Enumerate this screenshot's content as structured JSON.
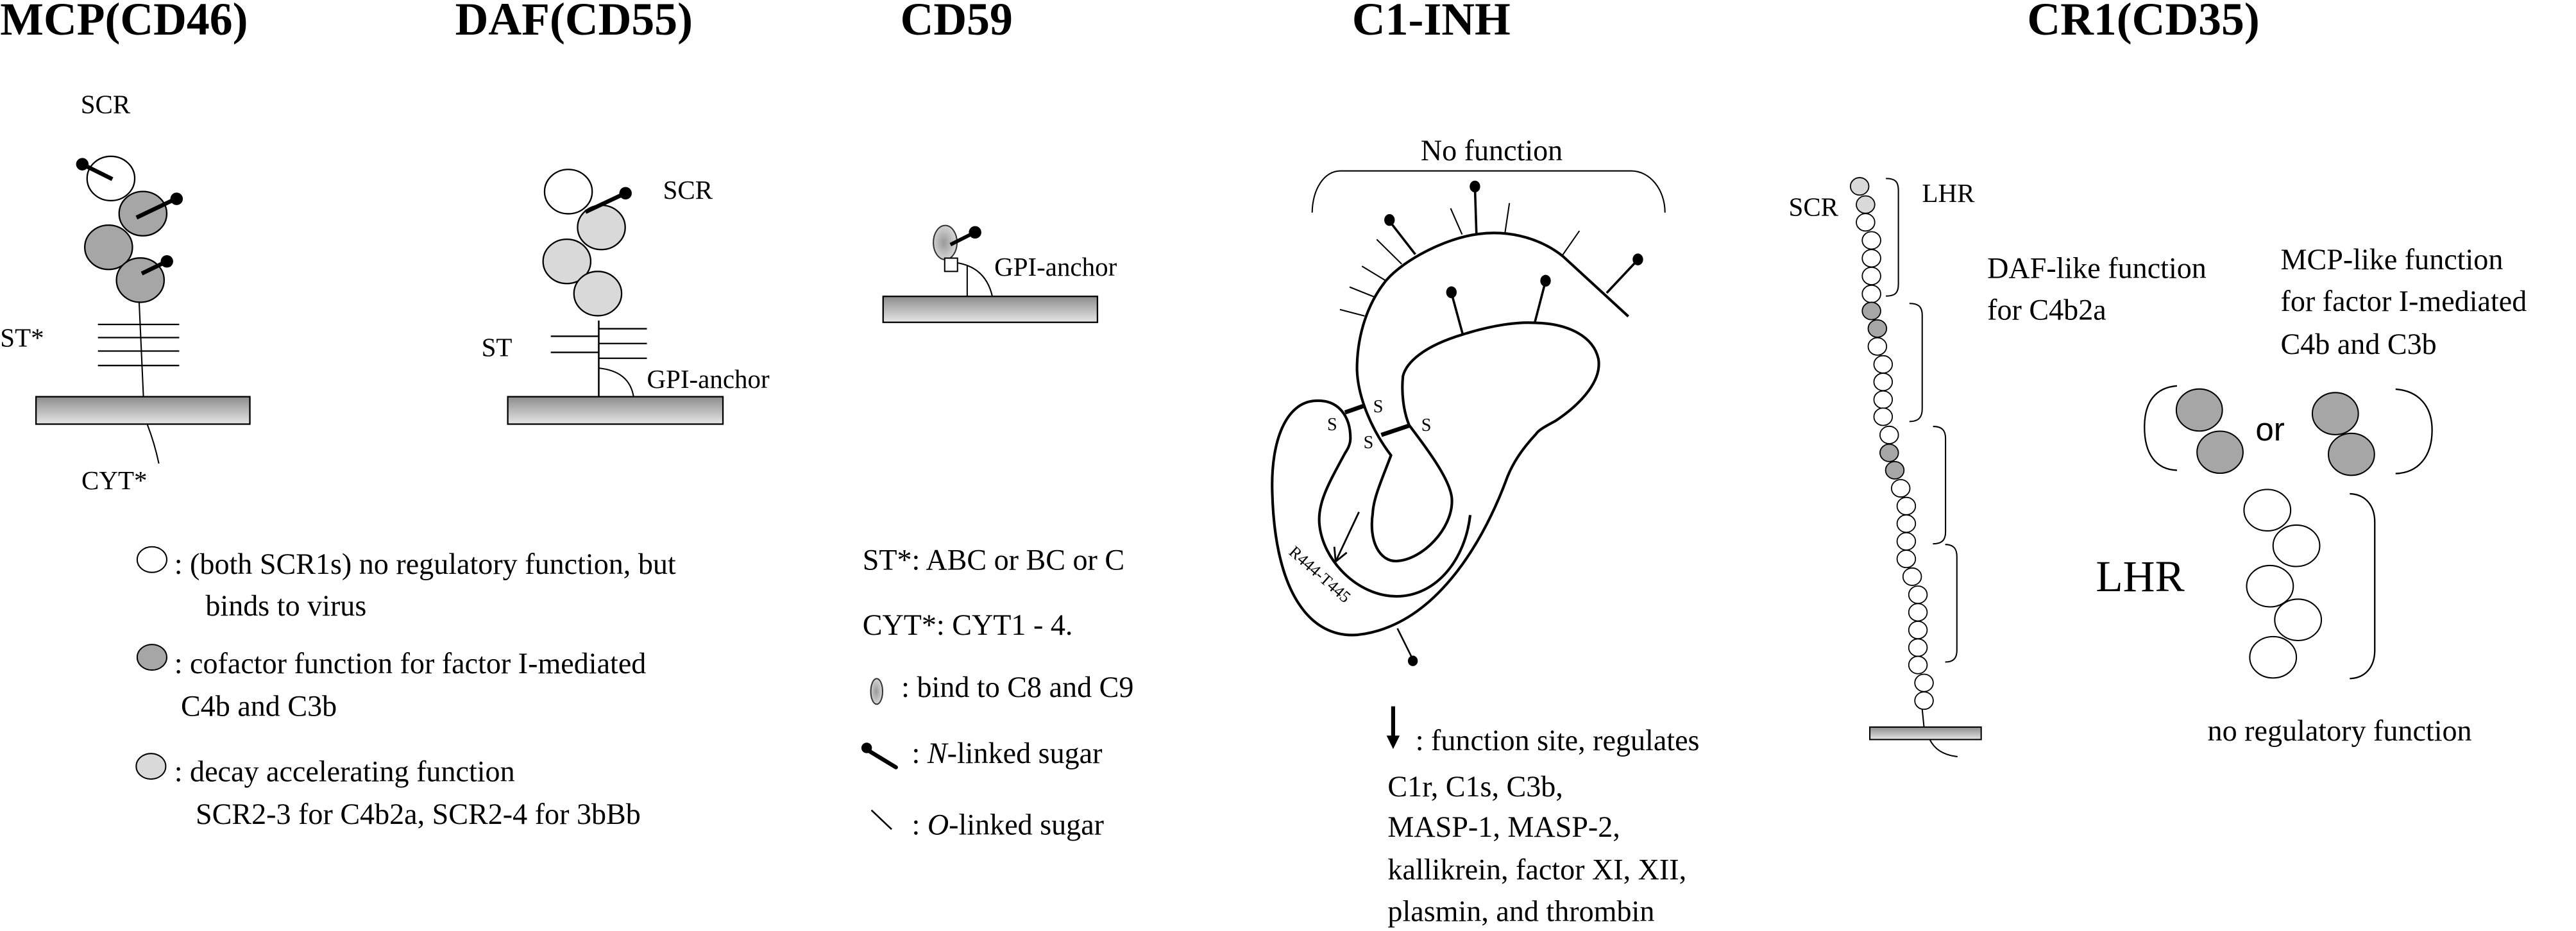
{
  "titles": {
    "mcp": "MCP(CD46)",
    "daf": "DAF(CD55)",
    "cd59": "CD59",
    "c1inh": "C1-INH",
    "cr1": "CR1(CD35)"
  },
  "mcp": {
    "scr": "SCR",
    "st": "ST*",
    "cyt": "CYT*"
  },
  "daf": {
    "scr": "SCR",
    "st": "ST",
    "gpi": "GPI-anchor"
  },
  "cd59": {
    "gpi": "GPI-anchor"
  },
  "legend_scr": [
    {
      "line1": ": (both SCR1s) no regulatory function, but",
      "line2": "binds to virus"
    },
    {
      "line1": ": cofactor function for factor I-mediated",
      "line2": "C4b and C3b"
    },
    {
      "line1": ": decay accelerating function",
      "line2": "SCR2-3 for C4b2a, SCR2-4 for 3bBb"
    }
  ],
  "legend_mid": {
    "st": "ST*: ABC or BC or  C",
    "cyt": "CYT*: CYT1 - 4.",
    "c8c9": ": bind to C8 and C9",
    "n_sugar": {
      "prefix": ": ",
      "italic": "N",
      "suffix": "-linked sugar"
    },
    "o_sugar": {
      "prefix": ": ",
      "italic": "O",
      "suffix": "-linked sugar"
    }
  },
  "c1inh": {
    "no_function": "No function",
    "s_labels": [
      "S",
      "S",
      "S",
      "S"
    ],
    "site": "R444-T445",
    "legend": [
      ": function site, regulates",
      "C1r, C1s, C3b,",
      "MASP-1, MASP-2,",
      "kallikrein, factor XI, XII,",
      "plasmin, and thrombin"
    ]
  },
  "cr1": {
    "scr": "SCR",
    "lhr_top": "LHR",
    "daf_like": [
      "DAF-like function",
      "for C4b2a"
    ],
    "mcp_like": [
      "MCP-like function",
      "for factor I-mediated",
      "C4b and C3b"
    ],
    "or": "or",
    "lhr": "LHR",
    "no_reg": "no regulatory function",
    "chain": [
      "light",
      "light",
      "white",
      "white",
      "white",
      "white",
      "white",
      "dark",
      "dark",
      "white",
      "white",
      "white",
      "white",
      "white",
      "white",
      "dark",
      "dark",
      "white",
      "white",
      "white",
      "white",
      "white",
      "white",
      "white",
      "white",
      "white",
      "white",
      "white",
      "white",
      "white"
    ]
  },
  "colors": {
    "white": "#ffffff",
    "dark": "#a6a6a6",
    "light": "#d9d9d9",
    "bar_top": "#8c8c8c",
    "bar_bottom": "#e6e6e6"
  }
}
